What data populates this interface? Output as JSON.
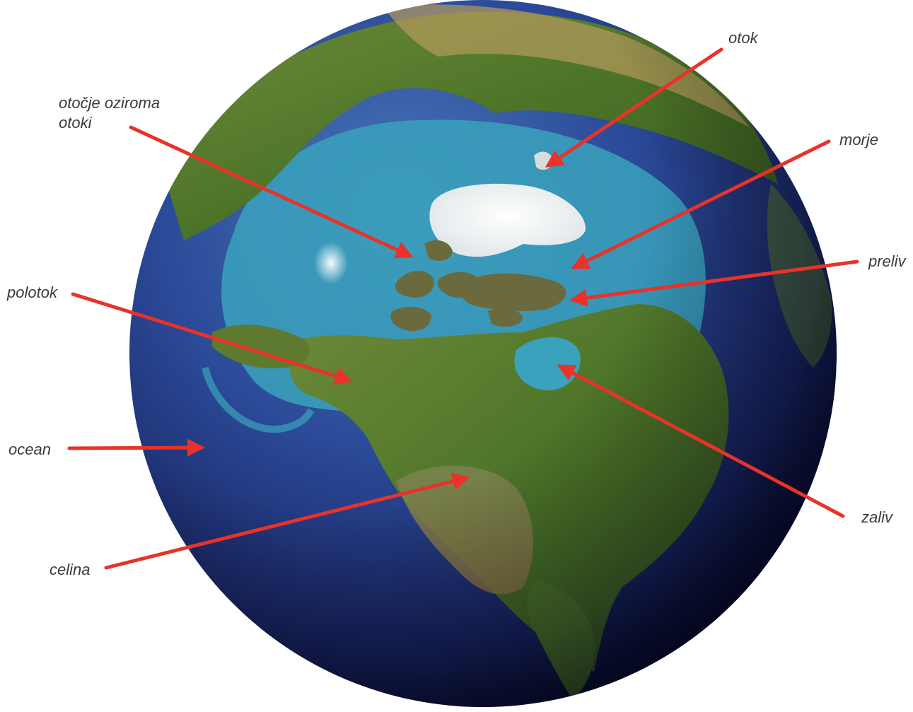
{
  "labels": {
    "otok": "otok",
    "otocje_line1": "otočje oziroma",
    "otocje_line2": "otoki",
    "morje": "morje",
    "preliv": "preliv",
    "polotok": "polotok",
    "ocean": "ocean",
    "zaliv": "zaliv",
    "celina": "celina"
  },
  "colors": {
    "arrow": "#e8322a",
    "ocean_deep": "#1f2f7a",
    "ocean_light": "#3fa6c0",
    "land_green": "#4f7a2a",
    "land_brown": "#8a7a48",
    "ice": "#f4f6f6",
    "label_text": "#3a3a3a"
  }
}
